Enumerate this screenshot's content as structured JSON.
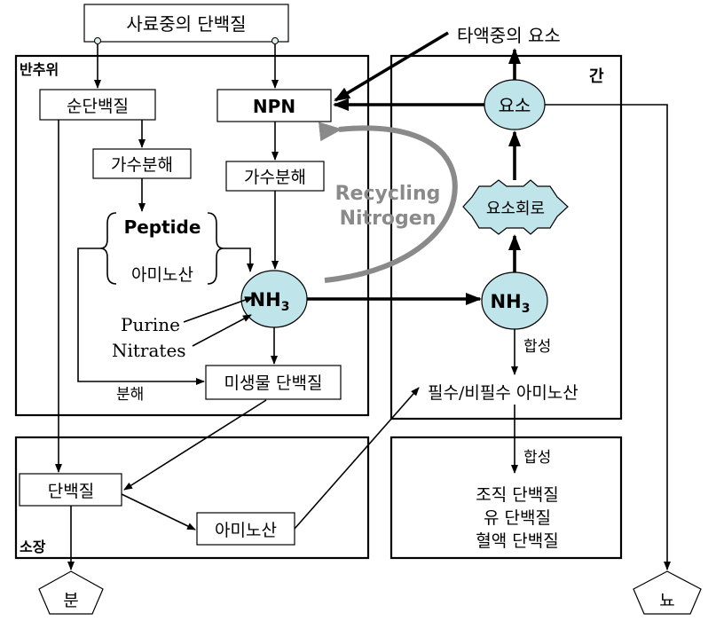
{
  "colors": {
    "node_fill": "#bfe4ea",
    "recycle_arrow": "#8a8a8a",
    "line": "#000000"
  },
  "top": {
    "feed_protein": "사료중의 단백질",
    "saliva_urea": "타액중의 요소"
  },
  "rumen": {
    "label": "반추위",
    "true_protein": "순단백질",
    "npn": "NPN",
    "hydrolysis_left": "가수분해",
    "hydrolysis_right": "가수분해",
    "peptide": "Peptide",
    "amino_acids": "아미노산",
    "nh3_main": "NH",
    "nh3_sub": "3",
    "purine": "Purine",
    "nitrates": "Nitrates",
    "decomposition": "분해",
    "microbial_protein": "미생물 단백질",
    "recycling_line1": "Recycling",
    "recycling_line2": "Nitrogen"
  },
  "liver": {
    "label": "간",
    "urea": "요소",
    "urea_cycle": "요소회로",
    "nh3_main": "NH",
    "nh3_sub": "3",
    "synthesis": "합성",
    "amino_acids_box": "필수/비필수 아미노산"
  },
  "tissue": {
    "synthesis": "합성",
    "tissue_protein": "조직 단백질",
    "milk_protein": "유 단백질",
    "blood_protein": "혈액 단백질"
  },
  "small_intestine": {
    "label": "소장",
    "protein": "단백질",
    "amino_acids": "아미노산"
  },
  "excreta": {
    "feces": "분",
    "urine": "뇨"
  }
}
